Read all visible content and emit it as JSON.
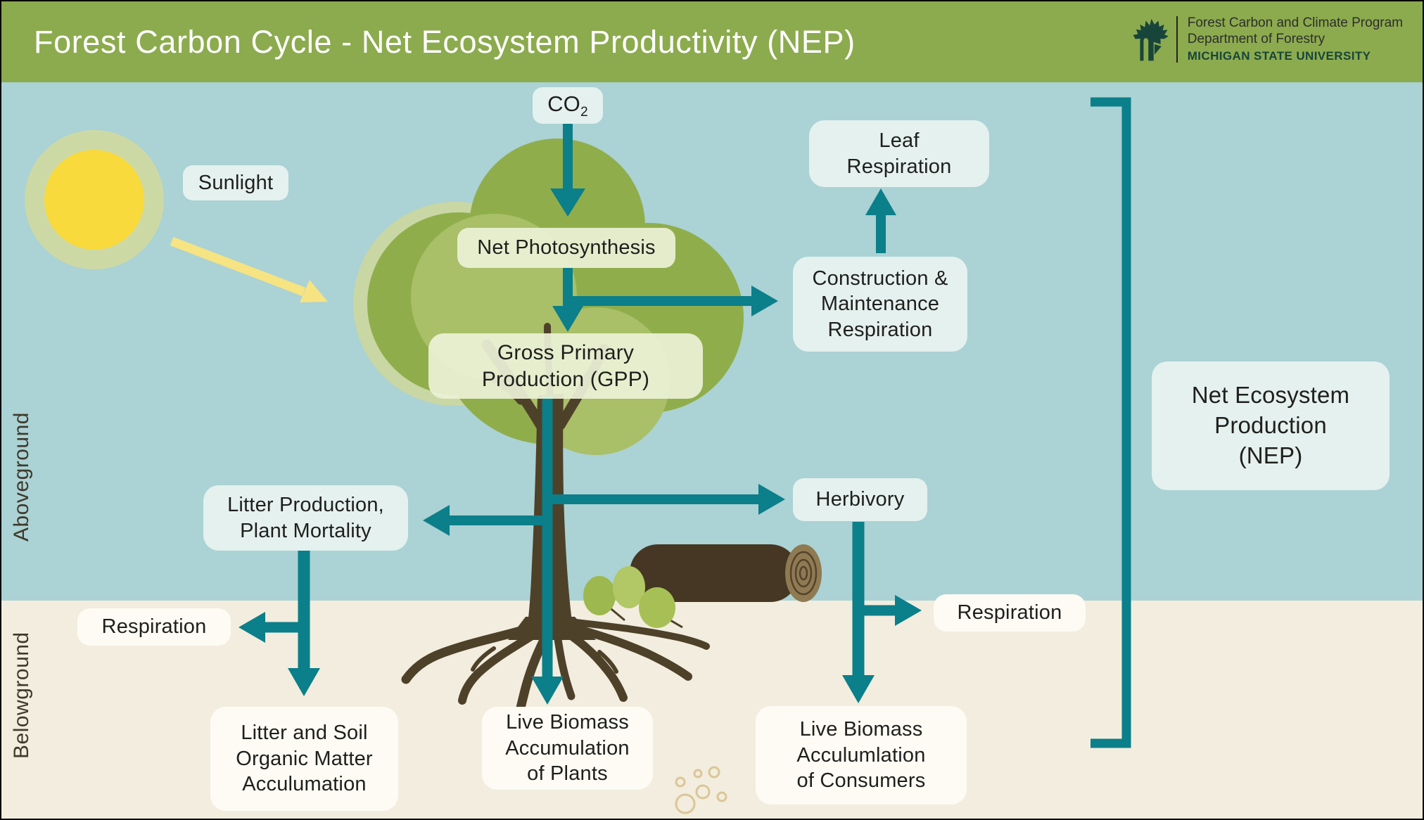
{
  "header": {
    "title": "Forest Carbon Cycle - Net Ecosystem Productivity (NEP)",
    "logo": {
      "icon": "spartan-helmet-icon",
      "line1": "Forest Carbon and Climate Program",
      "line2": "Department of Forestry",
      "line3": "MICHIGAN STATE UNIVERSITY"
    }
  },
  "labels": {
    "co2_main": "CO",
    "co2_sub": "2",
    "sunlight": "Sunlight",
    "net_photosynthesis": "Net Photosynthesis",
    "gpp": "Gross Primary\nProduction  (GPP)",
    "leaf_respiration": "Leaf\nRespiration",
    "construction_maintenance_respiration": "Construction &\nMaintenance\nRespiration",
    "herbivory": "Herbivory",
    "litter_production": "Litter Production,\nPlant Mortality",
    "respiration_left": "Respiration",
    "respiration_right": "Respiration",
    "litter_soil_accumulation": "Litter and Soil\nOrganic Matter\nAcculumation",
    "live_biomass_plants": "Live Biomass\nAccumulation\nof Plants",
    "live_biomass_consumers": "Live Biomass\nAcculumlation\nof Consumers",
    "nep": "Net Ecosystem\nProduction\n(NEP)"
  },
  "side_labels": {
    "aboveground": "Aboveground",
    "belowground": "Belowground"
  },
  "icons": {
    "sun": "sun-icon",
    "sun_ray_arrow": "sun-ray-arrow",
    "tree": "tree-icon",
    "log": "fallen-log-icon",
    "leaves": "fallen-leaves-icon",
    "soil_bubbles": "soil-bubbles-icon",
    "nep_bracket": "nep-bracket"
  },
  "theme": {
    "header_green": "#8cab4e",
    "sky": "#abd2d4",
    "soil": "#f2edde",
    "teal": "#0b7f8a",
    "box_mint": "#e4f1ef",
    "box_white": "#fdfbf4",
    "sun_yellow": "#f8da3c",
    "sun_halo": "#cdd9a5",
    "ray_yellow": "#f6e382",
    "canopy": "#8fae4b",
    "canopy_light": "#a9bf68",
    "canopy_pale": "#c9d7a4",
    "trunk": "#4e4129",
    "log": "#453723",
    "log_end": "#8f7a52",
    "leaf": "#a7c055",
    "bubble": "#dbc697",
    "text_dark": "#1f1f1c",
    "side_label": "#3e392b",
    "msu_green": "#18453B"
  }
}
